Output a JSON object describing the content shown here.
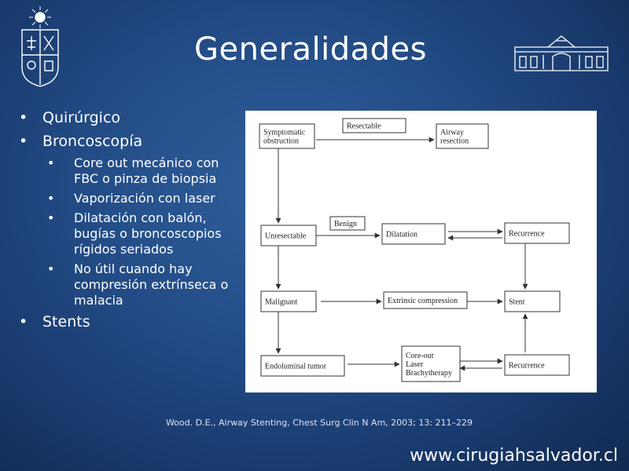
{
  "slide": {
    "title": "Generalidades"
  },
  "bullets": {
    "items": [
      {
        "text": "Quirúrgico",
        "subitems": []
      },
      {
        "text": "Broncoscopía",
        "subitems": [
          "Core out mecánico con FBC o pinza de biopsia",
          "Vaporización con laser",
          "Dilatación con balón, bugías o broncoscopios rígidos seriados",
          "No útil cuando hay compresión extrínseca o malacia"
        ]
      },
      {
        "text": "Stents",
        "subitems": []
      }
    ]
  },
  "diagram": {
    "nodes": {
      "symptomatic": [
        "Symptomatic",
        "obstruction"
      ],
      "resectable": [
        "Resectable"
      ],
      "airway_resection": [
        "Airway",
        "resection"
      ],
      "benign": [
        "Benign"
      ],
      "unresectable": [
        "Unresectable"
      ],
      "dilatation": [
        "Dilatation"
      ],
      "recurrence_top": [
        "Recurrence"
      ],
      "malignant": [
        "Malignant"
      ],
      "extrinsic": [
        "Extrinsic compression"
      ],
      "stent": [
        "Stent"
      ],
      "endoluminal": [
        "Endoluminal tumor"
      ],
      "coreout": [
        "Core-out",
        "Laser",
        "Brachytherapy"
      ],
      "recurrence_bottom": [
        "Recurrence"
      ]
    }
  },
  "citation": "Wood. D.E., Airway Stenting, Chest Surg Clin N Am, 2003; 13: 211–229",
  "website": "www.cirugiahsalvador.cl"
}
